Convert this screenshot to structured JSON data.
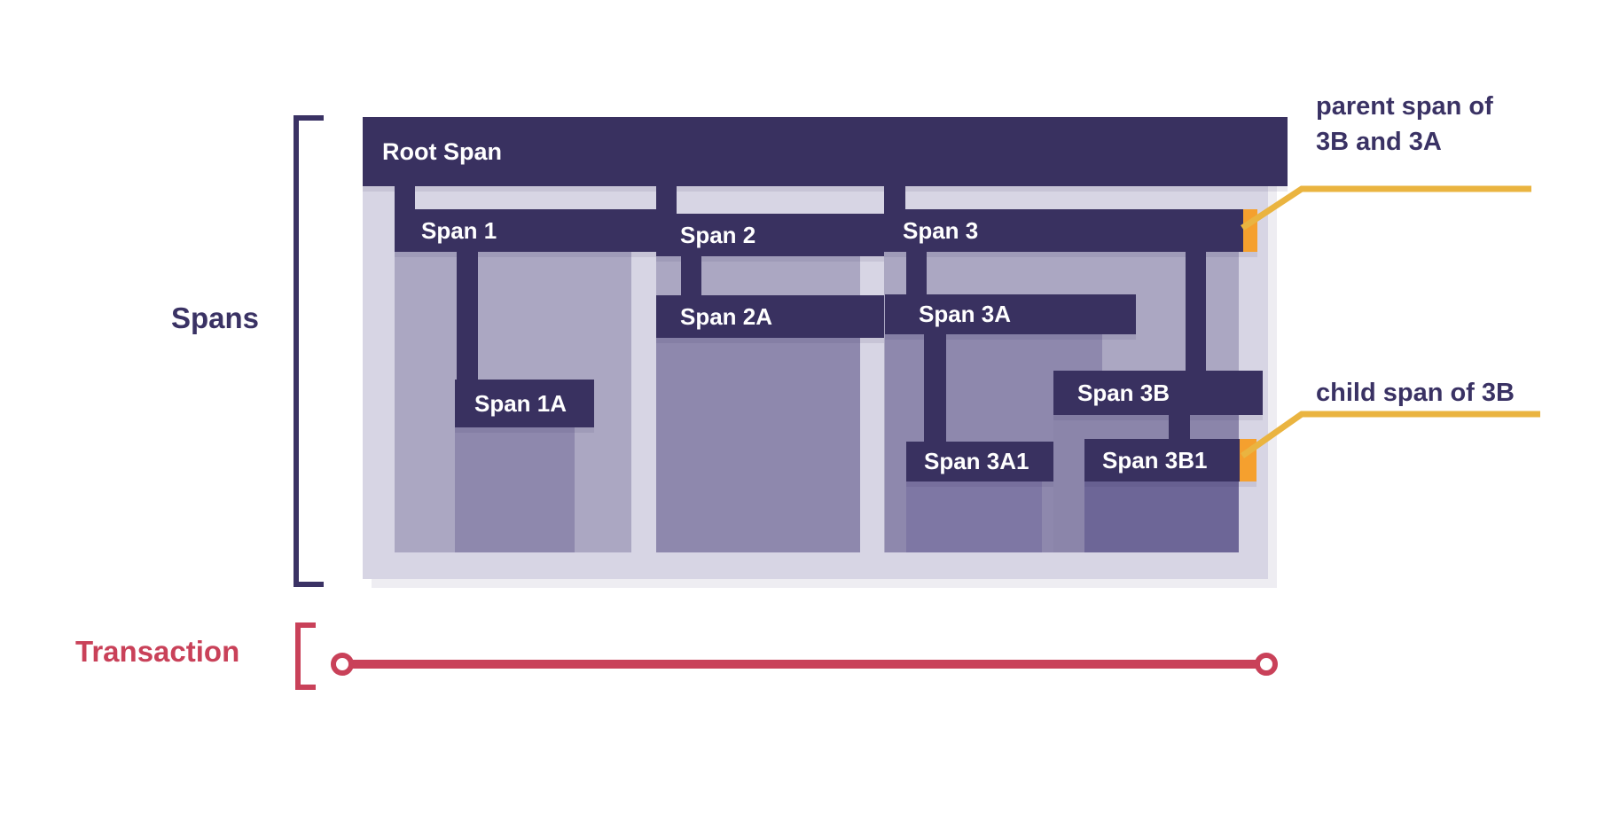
{
  "colors": {
    "bar_dark": "#393160",
    "panel_bg": "#d7d5e4",
    "body_level1": "#aba7c2",
    "body_level2": "#8e88ad",
    "body_level3": "#7e77a4",
    "body_level3b": "#8b85aa",
    "body_level4": "#6d6697",
    "marker_orange": "#f5a02e",
    "callout_yellow": "#eab440",
    "transaction_red": "#c94159",
    "label_purple": "#3a3264"
  },
  "side_labels": {
    "spans": "Spans",
    "transaction": "Transaction"
  },
  "spans": {
    "root": "Root Span",
    "span1": "Span 1",
    "span1a": "Span 1A",
    "span2": "Span 2",
    "span2a": "Span 2A",
    "span3": "Span 3",
    "span3a": "Span 3A",
    "span3a1": "Span 3A1",
    "span3b": "Span 3B",
    "span3b1": "Span 3B1"
  },
  "annotations": {
    "parent_line1": "parent span of",
    "parent_line2": "3B and 3A",
    "child": "child span of 3B"
  }
}
